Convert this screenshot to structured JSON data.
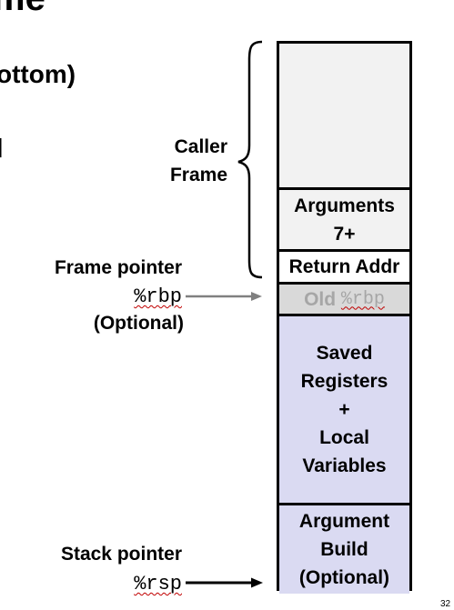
{
  "title_partial": "me",
  "subtitle_partial": "ottom)",
  "left_partial_mark": "|",
  "caller_frame": {
    "line1": "Caller",
    "line2": "Frame"
  },
  "frame_pointer": {
    "label": "Frame pointer",
    "register": "%rbp",
    "note": "(Optional)"
  },
  "stack_pointer": {
    "label": "Stack pointer",
    "register": "%rsp"
  },
  "stack": {
    "arguments": "Arguments\n7+",
    "return_addr": "Return Addr",
    "old_prefix": "Old ",
    "old_register": "%rbp",
    "saved_locals": "Saved\nRegisters\n+\nLocal\nVariables",
    "argument_build": "Argument\nBuild\n(Optional)"
  },
  "page_number": "32",
  "colors": {
    "caller_cells": "#f2f2f2",
    "old_rbp_cell": "#d9d9d9",
    "old_rbp_text": "#a6a6a6",
    "current_frame": "#dadaf2",
    "arrow": "#808080"
  }
}
